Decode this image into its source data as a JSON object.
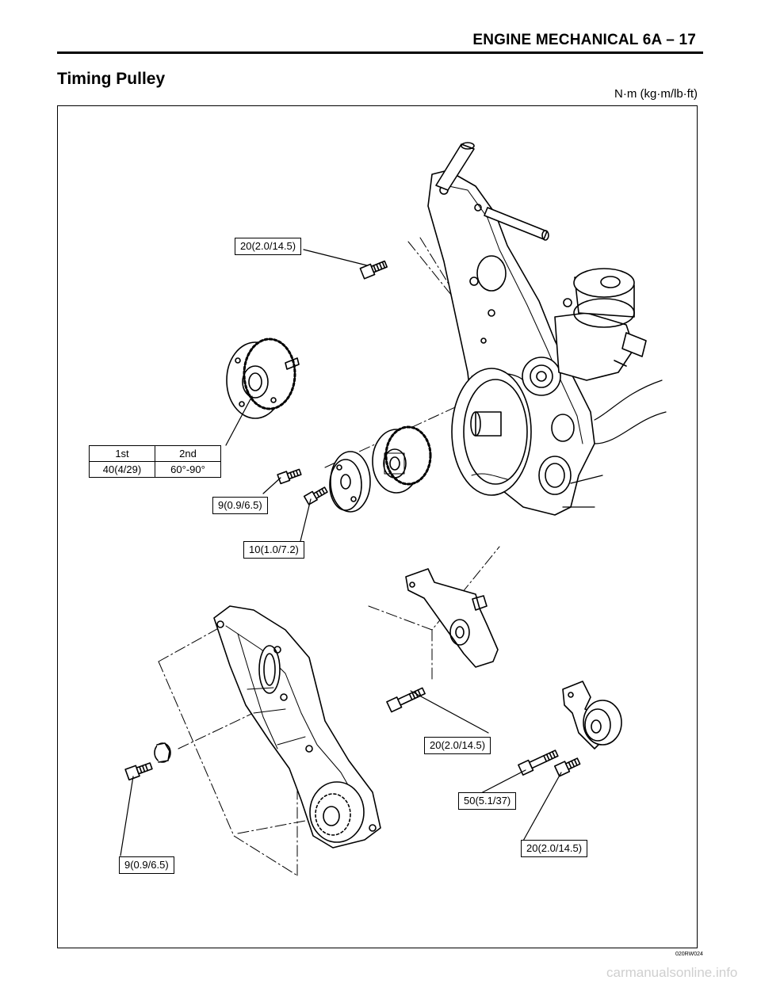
{
  "header": {
    "title": "ENGINE MECHANICAL  6A – 17"
  },
  "section": {
    "title": "Timing Pulley",
    "units": "N·m (kg·m/lb·ft)"
  },
  "torque_labels": {
    "upper_cover_bolt": "20(2.0/14.5)",
    "flange_bolt": "9(0.9/6.5)",
    "pulley_bolt": "10(1.0/7.2)",
    "bracket_bolt": "20(2.0/14.5)",
    "tensioner_bolt": "50(5.1/37)",
    "tensioner_nut": "20(2.0/14.5)",
    "lower_cover_bolt": "9(0.9/6.5)"
  },
  "camshaft_table": {
    "headers": [
      "1st",
      "2nd"
    ],
    "values": [
      "40(4/29)",
      "60°-90°"
    ]
  },
  "figure_code": "020RW024",
  "watermark": "carmanualsonline.info"
}
